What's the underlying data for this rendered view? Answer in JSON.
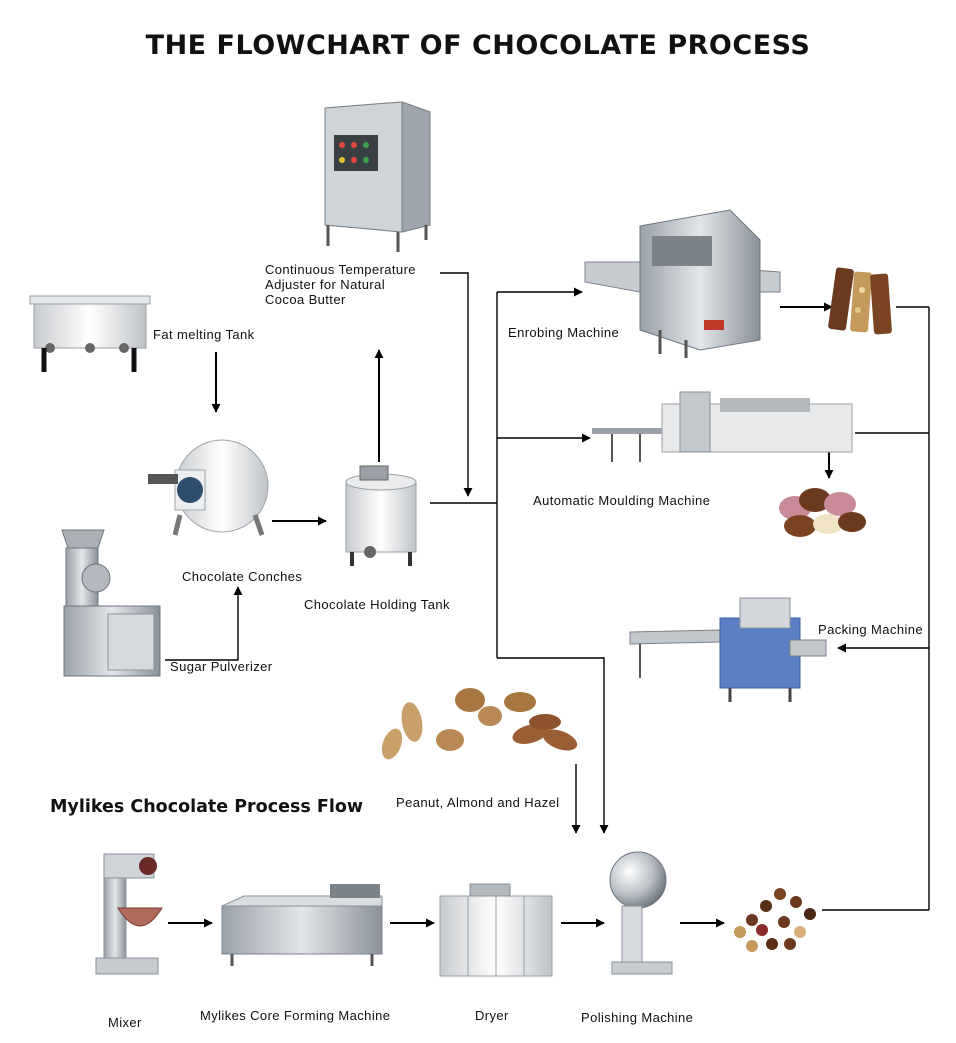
{
  "title": "THE FLOWCHART OF CHOCOLATE PROCESS",
  "subtitle": "Mylikes Chocolate Process Flow",
  "labels": {
    "temp_line1": "Continuous Temperature",
    "temp_line2": "Adjuster for Natural",
    "temp_line3": "Cocoa Butter",
    "fat_tank": "Fat melting Tank",
    "conches": "Chocolate Conches",
    "sugar": "Sugar Pulverizer",
    "holding": "Chocolate Holding Tank",
    "enrobing": "Enrobing Machine",
    "moulding": "Automatic Moulding Machine",
    "packing": "Packing Machine",
    "nuts": "Peanut, Almond and Hazel",
    "mixer": "Mixer",
    "core": "Mylikes Core Forming Machine",
    "dryer": "Dryer",
    "polishing": "Polishing Machine"
  },
  "colors": {
    "steel": "#c9ced3",
    "steel_dark": "#8d949b",
    "white_tank": "#f1f2f3",
    "chocolate": "#6b3a1e",
    "nut": "#b9854f",
    "blue_machine": "#5a7fc4"
  }
}
